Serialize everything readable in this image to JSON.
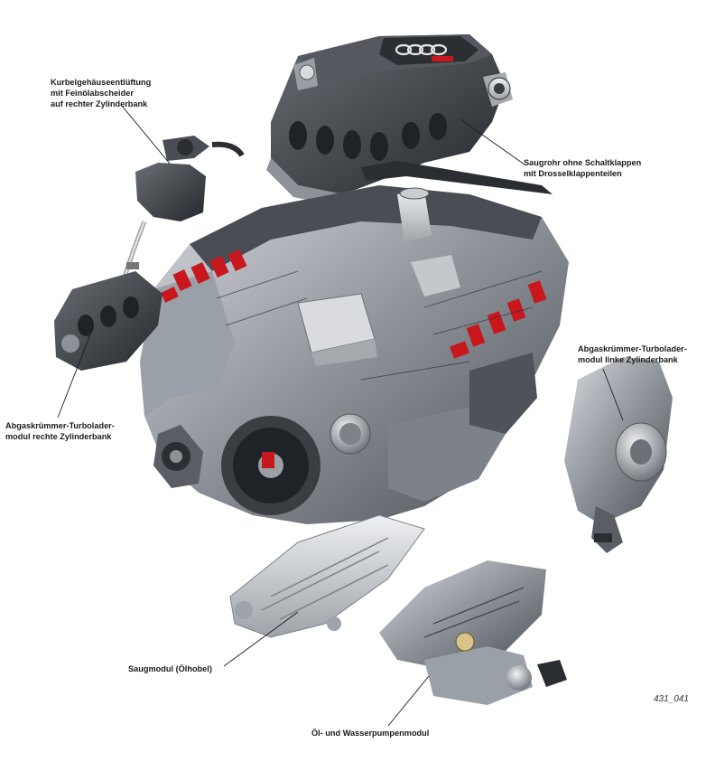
{
  "labels": {
    "crankcase_vent": [
      "Kurbelgehäuseentlüftung",
      "mit Feinölabscheider",
      "auf rechter Zylinderbank"
    ],
    "intake_manifold": [
      "Saugrohr ohne Schaltklappen",
      "mit Drosselklappenteilen"
    ],
    "exhaust_left": [
      "Abgaskrümmer-Turbolader-",
      "modul linke Zylinderbank"
    ],
    "exhaust_right": [
      "Abgaskrümmer-Turbolader-",
      "modul rechte Zylinderbank"
    ],
    "suction_module": [
      "Saugmodul (Ölhobel)"
    ],
    "pump_module": [
      "Öl- und Wasserpumpenmodul"
    ]
  },
  "figure_id": "431_041",
  "colors": {
    "metal_dark": "#3a3d42",
    "metal_mid": "#7d8289",
    "metal_light": "#c9ccd0",
    "coil_red": "#c8171d",
    "leader_line": "#1a1a1a"
  }
}
